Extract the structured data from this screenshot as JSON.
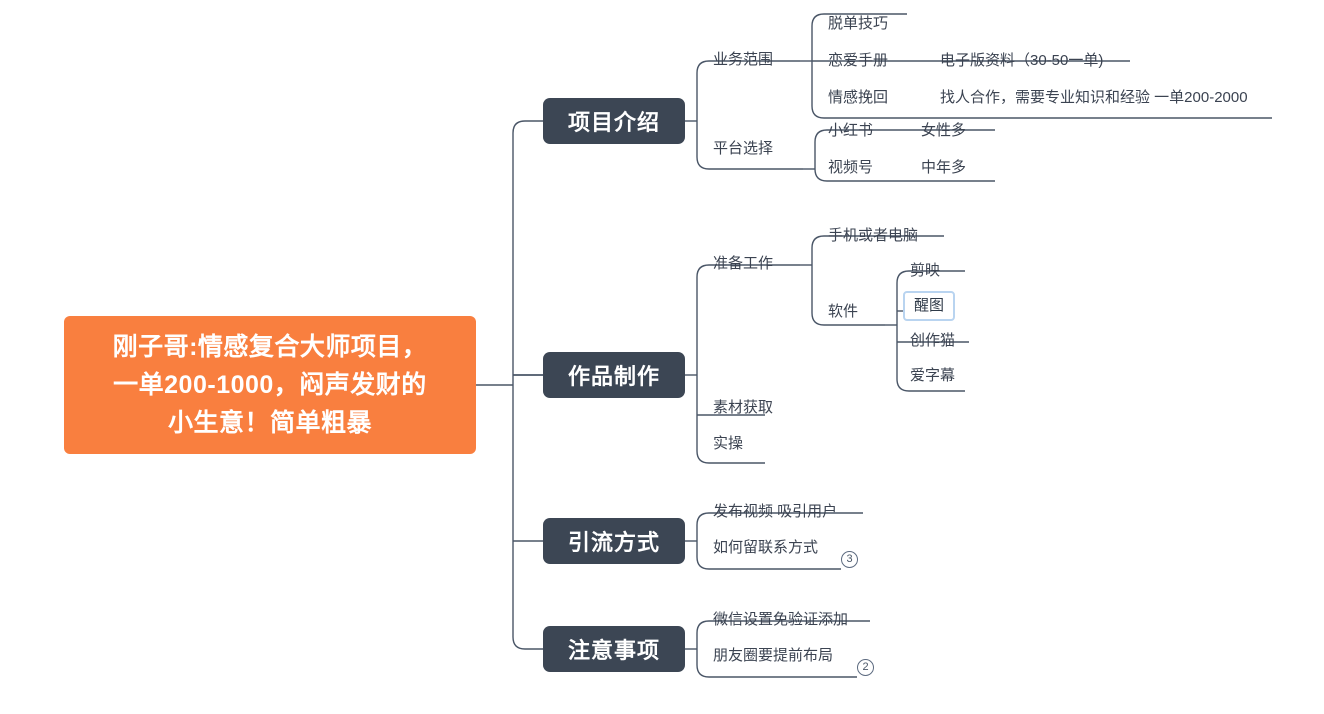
{
  "canvas": {
    "background": "#ffffff",
    "link_color": "#4a5667",
    "root_color": "#F97F3F",
    "branch_color": "#3C4654",
    "text_color": "#3b4351",
    "selection_border": "#B9D4F0"
  },
  "root": {
    "text": "刚子哥:情感复合大师项目，\n一单200-1000，闷声发财的\n小生意！简单粗暴"
  },
  "branches": [
    {
      "label": "项目介绍",
      "children": [
        {
          "label": "业务范围",
          "children": [
            {
              "label": "脱单技巧",
              "detail": ""
            },
            {
              "label": "恋爱手册",
              "detail": "电子版资料（30-50一单)"
            },
            {
              "label": "情感挽回",
              "detail": "找人合作，需要专业知识和经验 一单200-2000"
            }
          ]
        },
        {
          "label": "平台选择",
          "children": [
            {
              "label": "小红书",
              "detail": "女性多"
            },
            {
              "label": "视频号",
              "detail": "中年多"
            }
          ]
        }
      ]
    },
    {
      "label": "作品制作",
      "children": [
        {
          "label": "准备工作",
          "children": [
            {
              "label": "手机或者电脑",
              "detail": ""
            },
            {
              "label": "软件",
              "children": [
                {
                  "label": "剪映",
                  "selected": false
                },
                {
                  "label": "醒图",
                  "selected": true
                },
                {
                  "label": "创作猫",
                  "selected": false
                },
                {
                  "label": "爱字幕",
                  "selected": false
                }
              ]
            }
          ]
        },
        {
          "label": "素材获取"
        },
        {
          "label": "实操"
        }
      ]
    },
    {
      "label": "引流方式",
      "children": [
        {
          "label": "发布视频 吸引用户"
        },
        {
          "label": "如何留联系方式",
          "badge": "3"
        }
      ]
    },
    {
      "label": "注意事项",
      "children": [
        {
          "label": "微信设置免验证添加"
        },
        {
          "label": "朋友圈要提前布局",
          "badge": "2"
        }
      ]
    }
  ]
}
